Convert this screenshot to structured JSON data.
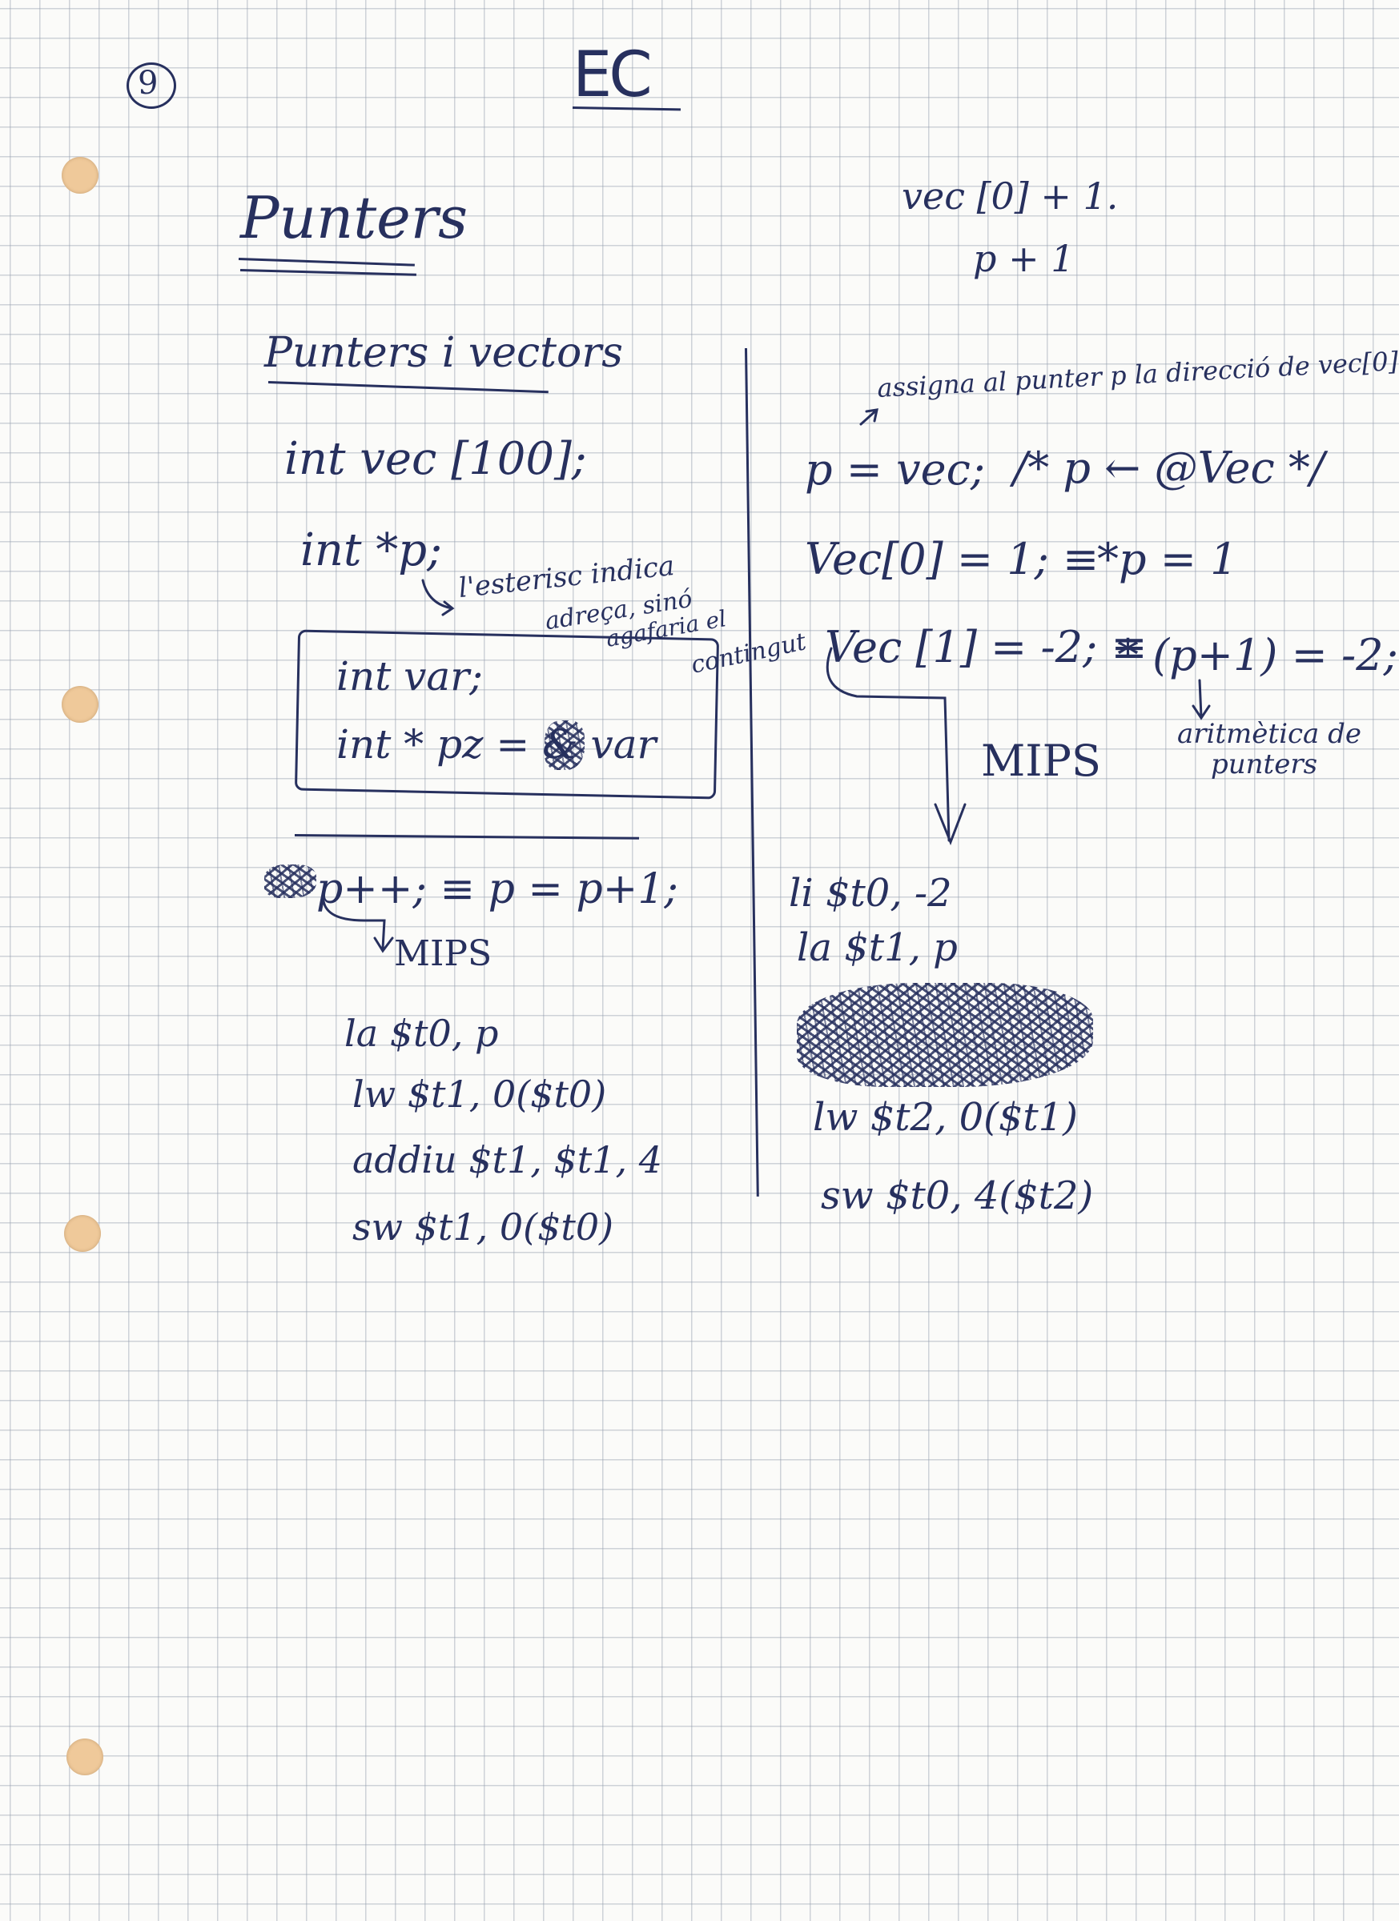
{
  "page_number": "9",
  "header": {
    "title": "EC"
  },
  "section_title": "Punters",
  "top_right": {
    "line1": "vec [0] + 1.",
    "line2": "p + 1"
  },
  "left": {
    "subtitle": "Punters i vectors",
    "decl_vec": "int vec [100];",
    "decl_ptr": "int *p;",
    "note_line1": "l'esterisc indica",
    "note_line2": "adreça, sinó",
    "note_line3": "agafaria el",
    "note_line4": "contingut",
    "box_line1": "int var;",
    "box_line2": "int * pz = & var",
    "incr": "p++; ≡ p = p+1;",
    "mips_label": "MIPS",
    "asm": [
      "la $t0, p",
      "lw $t1, 0($t0)",
      "addiu $t1, $t1, 4",
      "sw $t1, 0($t0)"
    ]
  },
  "right": {
    "note_assign": "assigna al punter p la direcció de vec[0]",
    "line1": "p = vec;",
    "line1_comment": "/* p ← @Vec */",
    "line2": "Vec[0] = 1; ≡",
    "line2_eq": "*p = 1",
    "line3": "Vec [1] = -2; ≡",
    "line3_eq": "* (p+1) = -2;",
    "note_arith_line1": "aritmètica de",
    "note_arith_line2": "punters",
    "mips_label": "MIPS",
    "asm": [
      "li $t0, -2",
      "la $t1, p",
      "lw $t2, 0($t1)",
      "sw $t0, 4($t2)"
    ]
  },
  "colors": {
    "ink": "#27305e",
    "grid": "#969faf",
    "hole": "#efc99a",
    "paper": "#fbfbf9"
  }
}
